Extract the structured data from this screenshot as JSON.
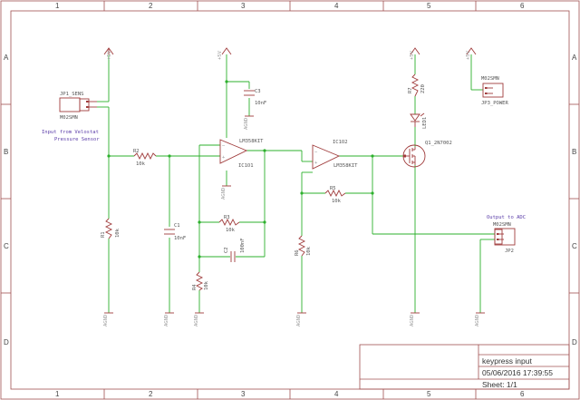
{
  "grid": {
    "columns": [
      "1",
      "2",
      "3",
      "4",
      "5",
      "6"
    ],
    "rows": [
      "A",
      "B",
      "C",
      "D"
    ]
  },
  "title_block": {
    "title": "keypress input",
    "timestamp": "05/06/2016 17:39:55",
    "sheet": "Sheet: 1/1"
  },
  "notes": {
    "input_line1": "Input from Velostat",
    "input_line2": "Pressure Sensor",
    "output": "Output to ADC"
  },
  "parts": {
    "jp1_name": "JP1_SENS",
    "jp1_value": "M02SMN",
    "jp3_name": "JP3_POWER",
    "jp3_value": "M02SMN",
    "jp2_name": "JP2",
    "jp2_value": "M02SMN",
    "r1_name": "R1",
    "r1_value": "10k",
    "r2_name": "R2",
    "r2_value": "10k",
    "c1_name": "C1",
    "c1_value": "10nF",
    "c3_name": "C3",
    "c3_value": "10nF",
    "ic1a_name": "IC1O1",
    "ic1a_value": "LM358KIT",
    "r3_name": "R3",
    "r3_value": "10k",
    "c2_name": "C2",
    "c2_value": "100nF",
    "r4_name": "R4",
    "r4_value": "10k",
    "ic1b_name": "IC1O2",
    "ic1b_value": "LM358KIT",
    "r5_name": "R5",
    "r5_value": "10k",
    "r6_name": "R6",
    "r6_value": "10k",
    "r7_name": "R7",
    "r7_value": "220",
    "led_name": "LED1",
    "q1_name": "Q1_2N7002"
  },
  "supply": {
    "vcc": "+5V",
    "gnd": "AGND"
  }
}
